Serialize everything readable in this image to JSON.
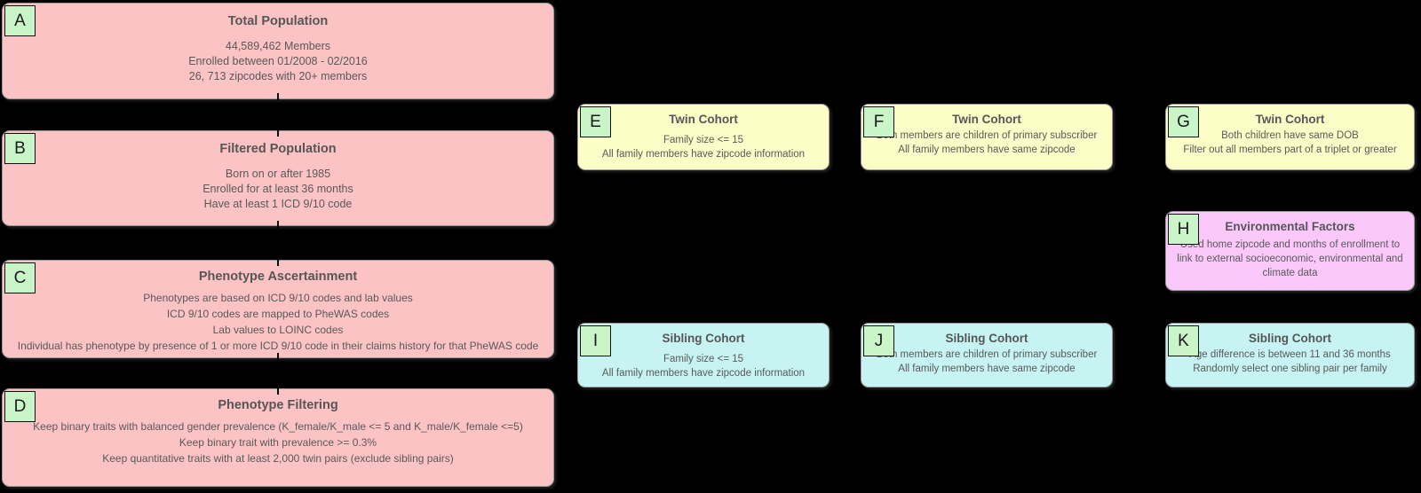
{
  "palette": {
    "background": "#000000",
    "node_pink": "#FCC3C5",
    "node_yellow": "#FDFDC8",
    "node_cyan": "#C7F3F3",
    "node_magenta": "#FAC8FA",
    "label_badge_green": "#C9F5C9",
    "node_border": "#9A9A9A",
    "text_gray": "#595959"
  },
  "boxes": {
    "A": {
      "label": "A",
      "title": "Total Population",
      "lines": [
        "44,589,462 Members",
        "Enrolled between 01/2008 - 02/2016",
        "26, 713 zipcodes with 20+ members"
      ]
    },
    "B": {
      "label": "B",
      "title": "Filtered Population",
      "lines": [
        "Born on or after 1985",
        "Enrolled for at least 36 months",
        "Have at least 1 ICD 9/10 code"
      ]
    },
    "C": {
      "label": "C",
      "title": "Phenotype Ascertainment",
      "lines": [
        "Phenotypes are based on ICD 9/10 codes and lab values",
        "ICD 9/10 codes are mapped to PheWAS codes",
        "Lab values to LOINC codes",
        "Individual has phenotype by presence of 1 or more ICD 9/10 code in their claims history for that PheWAS code"
      ]
    },
    "D": {
      "label": "D",
      "title": "Phenotype Filtering",
      "lines": [
        "Keep binary traits with balanced gender prevalence (K_female/K_male <= 5 and K_male/K_female <=5)",
        "Keep binary trait with prevalence >= 0.3%",
        "Keep quantitative traits with at least 2,000 twin pairs (exclude sibling pairs)"
      ]
    },
    "E": {
      "label": "E",
      "title": "Twin Cohort",
      "lines": [
        "Family size <= 15",
        "All family members have zipcode information"
      ]
    },
    "F": {
      "label": "F",
      "title": "Twin Cohort",
      "lines": [
        "Both members are children of primary subscriber",
        "All family members have same zipcode"
      ]
    },
    "G": {
      "label": "G",
      "title": "Twin Cohort",
      "lines": [
        "Both children have same DOB",
        "Filter out all members part of a triplet or greater"
      ]
    },
    "H": {
      "label": "H",
      "title": "Environmental Factors",
      "lines": [
        "Used home zipcode and months of enrollment to",
        "link to external socioeconomic, environmental and",
        "climate data"
      ]
    },
    "I": {
      "label": "I",
      "title": "Sibling Cohort",
      "lines": [
        "Family size <= 15",
        "All family members have zipcode information"
      ]
    },
    "J": {
      "label": "J",
      "title": "Sibling Cohort",
      "lines": [
        "Both members are children of primary subscriber",
        "All family members have same zipcode"
      ]
    },
    "K": {
      "label": "K",
      "title": "Sibling Cohort",
      "lines": [
        "Age difference is between 11 and 36 months",
        "Randomly select one sibling pair per family"
      ]
    }
  }
}
